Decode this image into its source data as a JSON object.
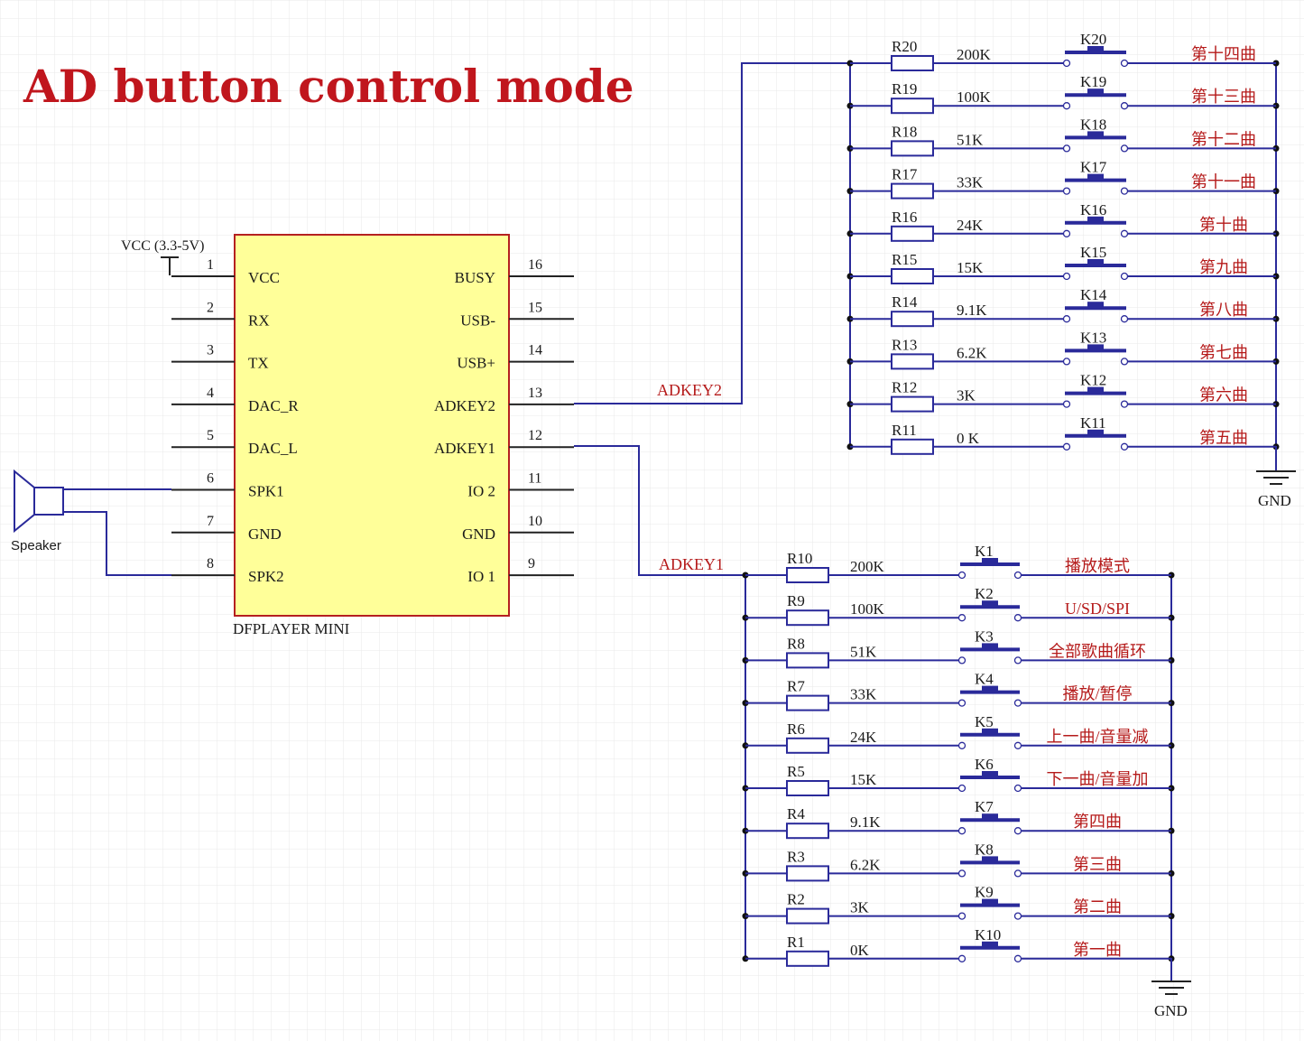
{
  "title": "AD button control mode",
  "chip": {
    "name": "DFPLAYER MINI",
    "vcc_label": "VCC (3.3-5V)",
    "left_pins": [
      {
        "num": "1",
        "name": "VCC"
      },
      {
        "num": "2",
        "name": "RX"
      },
      {
        "num": "3",
        "name": "TX"
      },
      {
        "num": "4",
        "name": "DAC_R"
      },
      {
        "num": "5",
        "name": "DAC_L"
      },
      {
        "num": "6",
        "name": "SPK1"
      },
      {
        "num": "7",
        "name": "GND"
      },
      {
        "num": "8",
        "name": "SPK2"
      }
    ],
    "right_pins": [
      {
        "num": "16",
        "name": "BUSY"
      },
      {
        "num": "15",
        "name": "USB-"
      },
      {
        "num": "14",
        "name": "USB+"
      },
      {
        "num": "13",
        "name": "ADKEY2"
      },
      {
        "num": "12",
        "name": "ADKEY1"
      },
      {
        "num": "11",
        "name": "IO 2"
      },
      {
        "num": "10",
        "name": "GND"
      },
      {
        "num": "9",
        "name": "IO 1"
      }
    ]
  },
  "speaker_label": "Speaker",
  "net_adkey2": "ADKEY2",
  "net_adkey1": "ADKEY1",
  "gnd_label": "GND",
  "adkey2_rows": [
    {
      "r": "R20",
      "val": "200K",
      "k": "K20",
      "func": "第十四曲"
    },
    {
      "r": "R19",
      "val": "100K",
      "k": "K19",
      "func": "第十三曲"
    },
    {
      "r": "R18",
      "val": "51K",
      "k": "K18",
      "func": "第十二曲"
    },
    {
      "r": "R17",
      "val": "33K",
      "k": "K17",
      "func": "第十一曲"
    },
    {
      "r": "R16",
      "val": "24K",
      "k": "K16",
      "func": "第十曲"
    },
    {
      "r": "R15",
      "val": "15K",
      "k": "K15",
      "func": "第九曲"
    },
    {
      "r": "R14",
      "val": "9.1K",
      "k": "K14",
      "func": "第八曲"
    },
    {
      "r": "R13",
      "val": "6.2K",
      "k": "K13",
      "func": "第七曲"
    },
    {
      "r": "R12",
      "val": "3K",
      "k": "K12",
      "func": "第六曲"
    },
    {
      "r": "R11",
      "val": "0 K",
      "k": "K11",
      "func": "第五曲"
    }
  ],
  "adkey1_rows": [
    {
      "r": "R10",
      "val": "200K",
      "k": "K1",
      "func": "播放模式"
    },
    {
      "r": "R9",
      "val": "100K",
      "k": "K2",
      "func": "U/SD/SPI"
    },
    {
      "r": "R8",
      "val": "51K",
      "k": "K3",
      "func": "全部歌曲循环"
    },
    {
      "r": "R7",
      "val": "33K",
      "k": "K4",
      "func": "播放/暂停"
    },
    {
      "r": "R6",
      "val": "24K",
      "k": "K5",
      "func": "上一曲/音量减"
    },
    {
      "r": "R5",
      "val": "15K",
      "k": "K6",
      "func": "下一曲/音量加"
    },
    {
      "r": "R4",
      "val": "9.1K",
      "k": "K7",
      "func": "第四曲"
    },
    {
      "r": "R3",
      "val": "6.2K",
      "k": "K8",
      "func": "第三曲"
    },
    {
      "r": "R2",
      "val": "3K",
      "k": "K9",
      "func": "第二曲"
    },
    {
      "r": "R1",
      "val": "0K",
      "k": "K10",
      "func": "第一曲"
    }
  ]
}
